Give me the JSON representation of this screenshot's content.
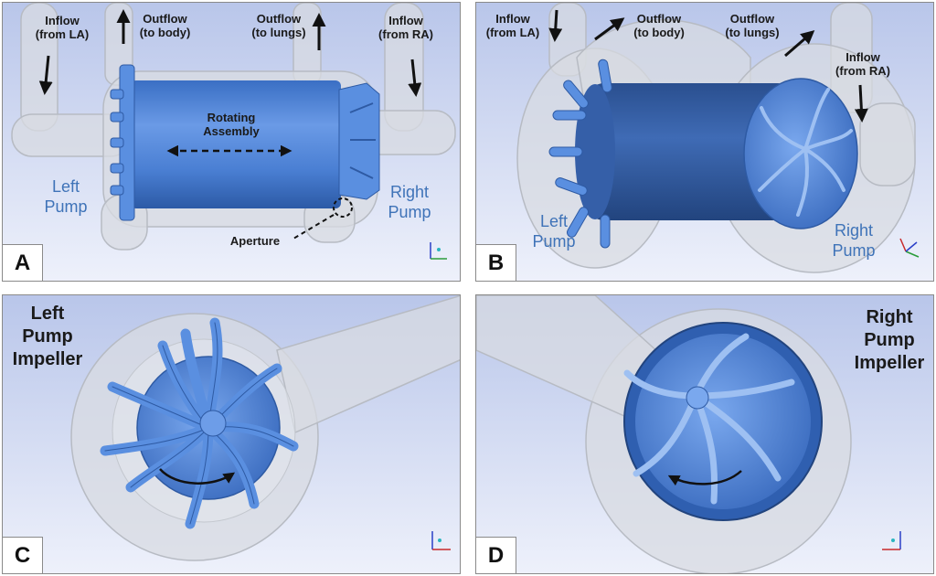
{
  "panel_letters": {
    "a": "A",
    "b": "B",
    "c": "C",
    "d": "D"
  },
  "panel_a": {
    "inflow_la": "Inflow\n(from LA)",
    "outflow_body": "Outflow\n(to body)",
    "outflow_lungs": "Outflow\n(to lungs)",
    "inflow_ra": "Inflow\n(from RA)",
    "rotating_assembly": "Rotating\nAssembly",
    "left_pump": "Left\nPump",
    "right_pump": "Right\nPump",
    "aperture": "Aperture"
  },
  "panel_b": {
    "inflow_la": "Inflow\n(from LA)",
    "outflow_body": "Outflow\n(to body)",
    "outflow_lungs": "Outflow\n(to lungs)",
    "inflow_ra": "Inflow\n(from RA)",
    "left_pump": "Left\nPump",
    "right_pump": "Right\nPump"
  },
  "panel_c": {
    "title": "Left\nPump\nImpeller"
  },
  "panel_d": {
    "title": "Right\nPump\nImpeller"
  },
  "colors": {
    "background_top": "#b9c6ea",
    "background_bottom": "#eef1fb",
    "impeller": "#4f86d8",
    "housing": "#d3d6dc",
    "text": "#1a1a1a",
    "pump_label": "#3f73b8"
  }
}
